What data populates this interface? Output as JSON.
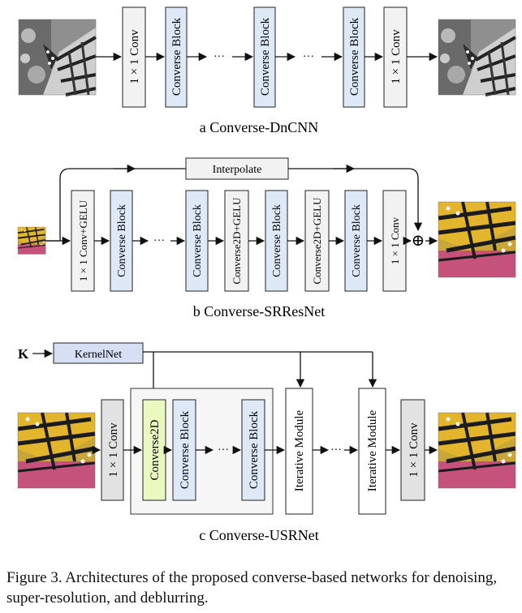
{
  "panel_a": {
    "caption": "a Converse-DnCNN",
    "blocks": [
      "1 × 1 Conv",
      "Converse Block",
      "Converse Block",
      "Converse Block",
      "1 × 1 Conv"
    ],
    "ellipsis": "···"
  },
  "panel_b": {
    "caption": "b Converse-SRResNet",
    "interpolate": "Interpolate",
    "blocks": [
      "1 × 1 Conv+GELU",
      "Converse Block",
      "Converse Block",
      "Converse2D+GELU",
      "Converse Block",
      "Converse2D+GELU",
      "Converse Block",
      "1 × 1 Conv"
    ],
    "ellipsis": "···",
    "sum_symbol": "⊕"
  },
  "panel_c": {
    "caption": "c Converse-USRNet",
    "kernel_input": "K",
    "kernelnet": "KernelNet",
    "blocks": [
      "1 × 1 Conv",
      "Converse2D",
      "Converse Block",
      "Converse Block",
      "Iterative Module",
      "Iterative Module",
      "1 × 1 Conv"
    ],
    "ellipsis": "···"
  },
  "figure_caption": "Figure 3. Architectures of the proposed converse-based networks for denoising, super-resolution, and deblurring.",
  "colors": {
    "conv_fill": "#f2f2f2",
    "converse_block_fill": "#dde9f7",
    "converse2d_fill": "#eaf9c0",
    "kernelnet_fill": "#d6dff3",
    "group_fill": "#f6f6f6",
    "usr_conv_fill": "#e2e2e2"
  }
}
